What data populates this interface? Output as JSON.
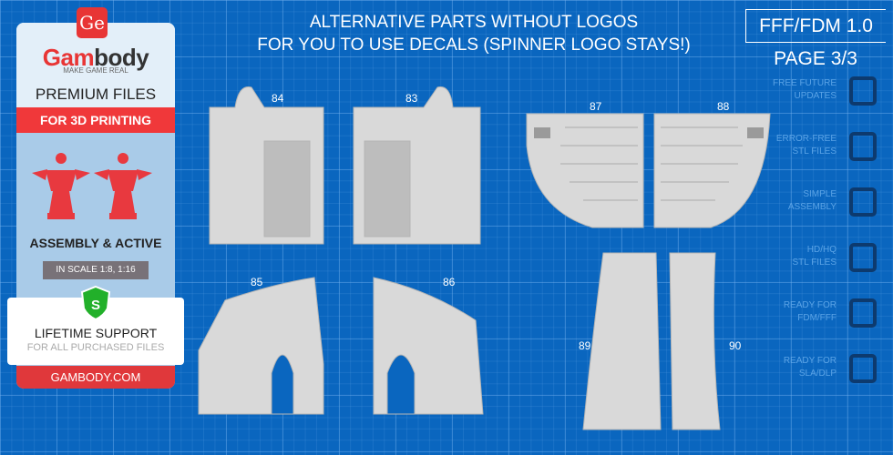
{
  "sidebar": {
    "logo_mark": "Ge",
    "brand_red": "Gam",
    "brand_dark": "body",
    "tagline": "MAKE GAME REAL",
    "premium": "PREMIUM FILES",
    "printing": "FOR 3D PRINTING",
    "assembly": "ASSEMBLY & ACTIVE",
    "scale": "IN SCALE 1:8, 1:16",
    "shield_letter": "S",
    "support": "LIFETIME SUPPORT",
    "support_sub": "FOR ALL PURCHASED FILES",
    "site": "GAMBODY.COM"
  },
  "header": {
    "line1": "ALTERNATIVE PARTS WITHOUT LOGOS",
    "line2": "FOR YOU TO USE DECALS (SPINNER LOGO STAYS!)",
    "version": "FFF/FDM 1.0",
    "page": "PAGE 3/3"
  },
  "features": [
    {
      "l1": "FREE FUTURE",
      "l2": "UPDATES",
      "icon": "updates-icon"
    },
    {
      "l1": "ERROR-FREE",
      "l2": "STL FILES",
      "icon": "file-check-icon"
    },
    {
      "l1": "SIMPLE",
      "l2": "ASSEMBLY",
      "icon": "puzzle-icon"
    },
    {
      "l1": "HD/HQ",
      "l2": "STL FILES",
      "icon": "person-icon"
    },
    {
      "l1": "READY FOR",
      "l2": "FDM/FFF",
      "icon": "fdm-printer-icon"
    },
    {
      "l1": "READY FOR",
      "l2": "SLA/DLP",
      "icon": "sla-printer-icon"
    }
  ],
  "parts": [
    "84",
    "83",
    "87",
    "88",
    "85",
    "86",
    "89",
    "90"
  ],
  "colors": {
    "background": "#0a66bf",
    "accent": "#f0383a"
  }
}
